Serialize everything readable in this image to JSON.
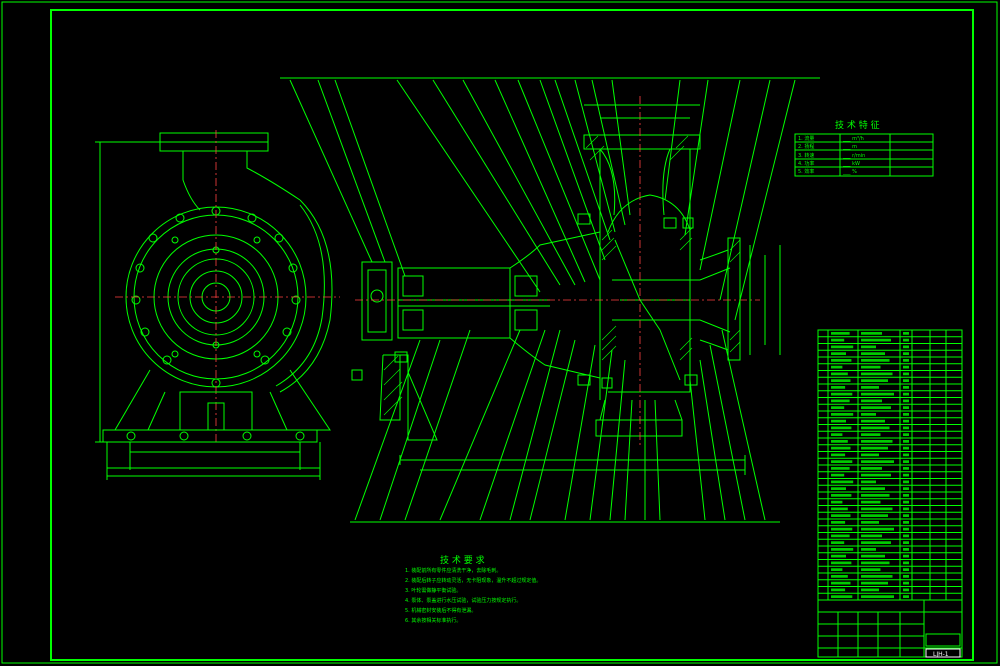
{
  "tech_params": {
    "title": "技 术 特 征",
    "rows": [
      {
        "label": "1. 流量",
        "value": "___ m³/h"
      },
      {
        "label": "2. 扬程",
        "value": "___ m"
      },
      {
        "label": "3. 转速",
        "value": "___ r/min"
      },
      {
        "label": "4. 功率",
        "value": "___ kW"
      },
      {
        "label": "5. 效率",
        "value": "___ %"
      }
    ]
  },
  "tech_requirements": {
    "title": "技 术 要 求",
    "items": [
      "1. 装配前所有零件应清洗干净，去除毛刺。",
      "2. 装配后转子应转动灵活，无卡阻现象，温升不超过规定值。",
      "3. 叶轮需做静平衡试验。",
      "4. 泵体、泵盖进行水压试验，试验压力按规定执行。",
      "5. 机械密封安装后不得有泄漏。",
      "6. 其余按相关标准执行。"
    ]
  },
  "title_block": {
    "drawing_no": "LJH-1"
  },
  "colors": {
    "lines": "#00ff00",
    "background": "#000000",
    "centerline": "#ff4040",
    "accent": "#ffffff"
  }
}
